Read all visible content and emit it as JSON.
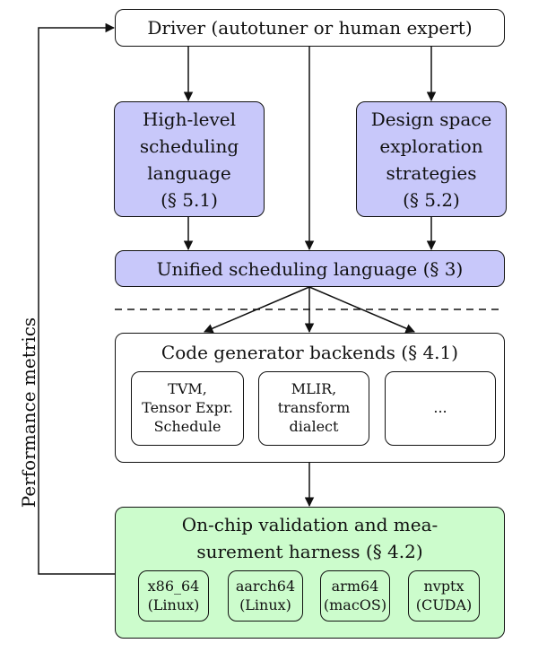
{
  "driver": "Driver (autotuner or human expert)",
  "high_level": "High-level\nscheduling\nlanguage\n(§ 5.1)",
  "design_space": "Design space\nexploration\nstrategies\n(§ 5.2)",
  "unified": "Unified scheduling language (§ 3)",
  "codegen": {
    "title": "Code generator backends (§ 4.1)",
    "items": [
      "TVM,\nTensor Expr.\nSchedule",
      "MLIR,\ntransform\ndialect",
      "..."
    ]
  },
  "harness": {
    "title": "On-chip validation and mea-\nsurement harness (§ 4.2)",
    "targets": [
      "x86_64\n(Linux)",
      "aarch64\n(Linux)",
      "arm64\n(macOS)",
      "nvptx\n(CUDA)"
    ]
  },
  "feedback_label": "Performance metrics",
  "colors": {
    "blue_fill": "#c8c8fa",
    "green_fill": "#ccfccc"
  }
}
